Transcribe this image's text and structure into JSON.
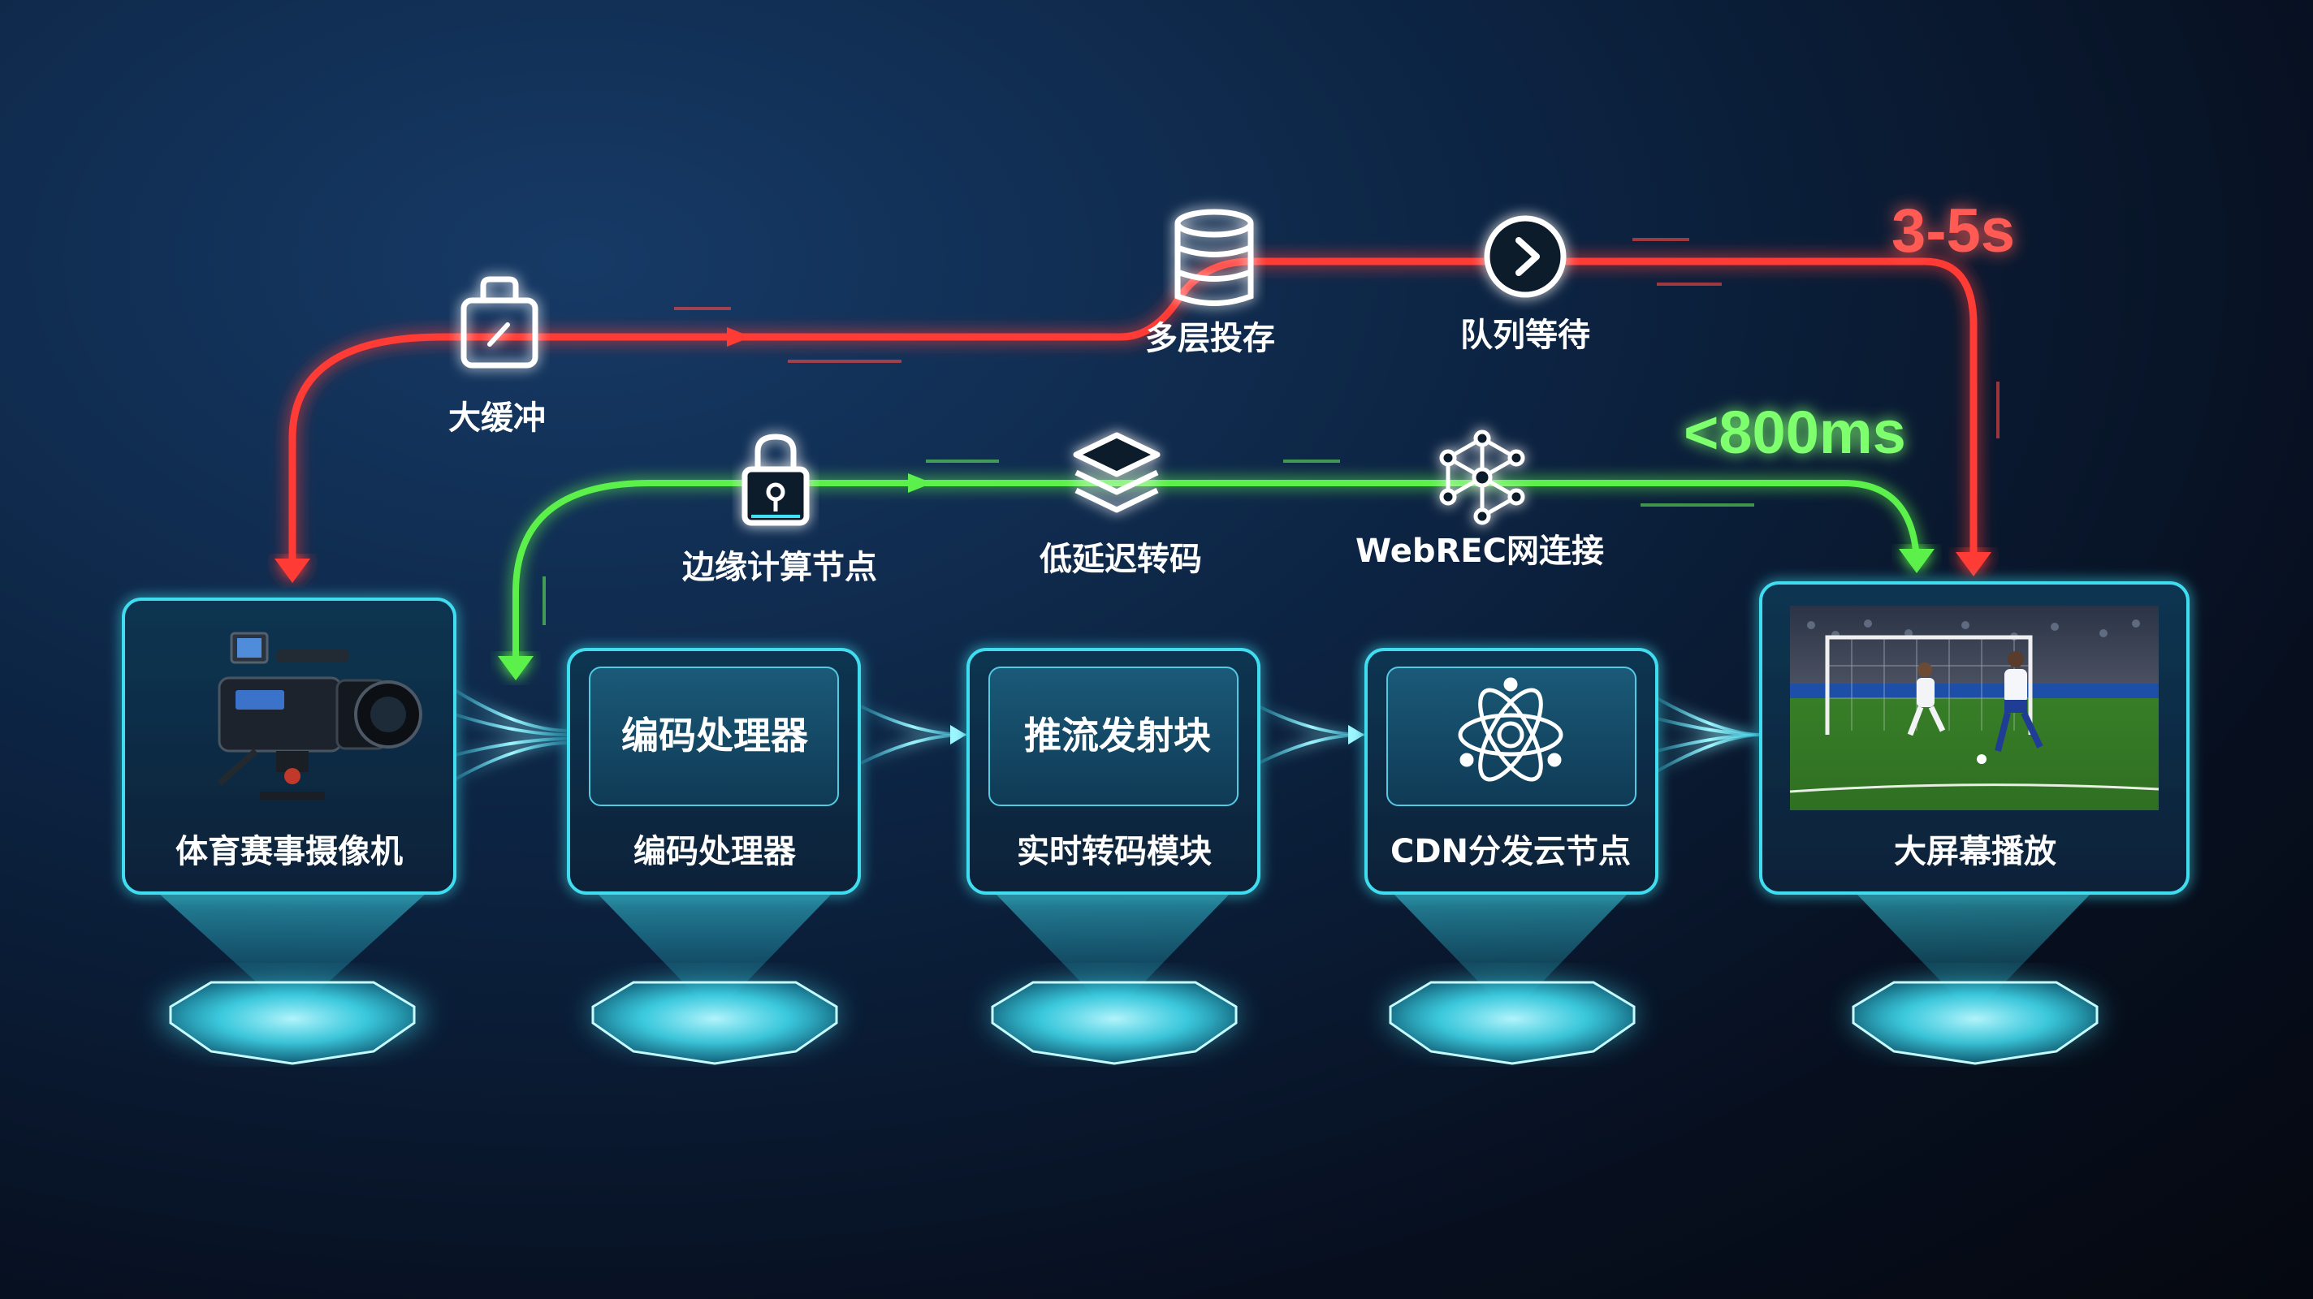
{
  "slow_path": {
    "latency": "3-5s",
    "color": "#ff4a44",
    "steps": [
      {
        "label": "大缓冲",
        "icon": "bag-icon"
      },
      {
        "label": "多层投存",
        "icon": "database-icon"
      },
      {
        "label": "队列等待",
        "icon": "chevron-circle-icon"
      }
    ]
  },
  "fast_path": {
    "latency": "<800ms",
    "color": "#6cf55c",
    "steps": [
      {
        "label": "边缘计算节点",
        "icon": "lock-icon"
      },
      {
        "label": "低延迟转码",
        "icon": "layers-icon"
      },
      {
        "label": "WebREC网连接",
        "icon": "network-icon"
      }
    ]
  },
  "pipeline": {
    "accent": "#34d8ee",
    "nodes": [
      {
        "label": "体育赛事摄像机",
        "icon": "camera-icon"
      },
      {
        "label": "编码处理器",
        "inner": "编码处理器"
      },
      {
        "label": "实时转码模块",
        "inner": "推流发射块"
      },
      {
        "label": "CDN分发云节点",
        "icon": "atom-icon"
      },
      {
        "label": "大屏幕播放",
        "icon": "soccer-screen"
      }
    ]
  }
}
